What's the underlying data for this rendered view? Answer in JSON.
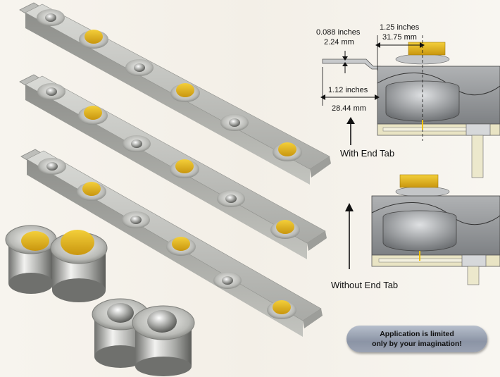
{
  "dimensions": {
    "thickness_in": "0.088 inches",
    "thickness_mm": "2.24 mm",
    "transfer_height_in": "1.25 inches",
    "transfer_height_mm": "31.75 mm",
    "tab_length_in": "1.12 inches",
    "tab_length_mm": "28.44 mm"
  },
  "captions": {
    "with_end_tab": "With End Tab",
    "without_end_tab": "Without End Tab"
  },
  "badge": {
    "line1": "Application is limited",
    "line2": "only by your imagination!"
  },
  "colors": {
    "ball_yellow": "#e2b21c",
    "steel": "#b9bab7",
    "badge_bg": "#9aa2b2"
  },
  "icons": [
    "ball-transfer-unit",
    "ball-transfer-rail",
    "arrow-up-icon"
  ]
}
